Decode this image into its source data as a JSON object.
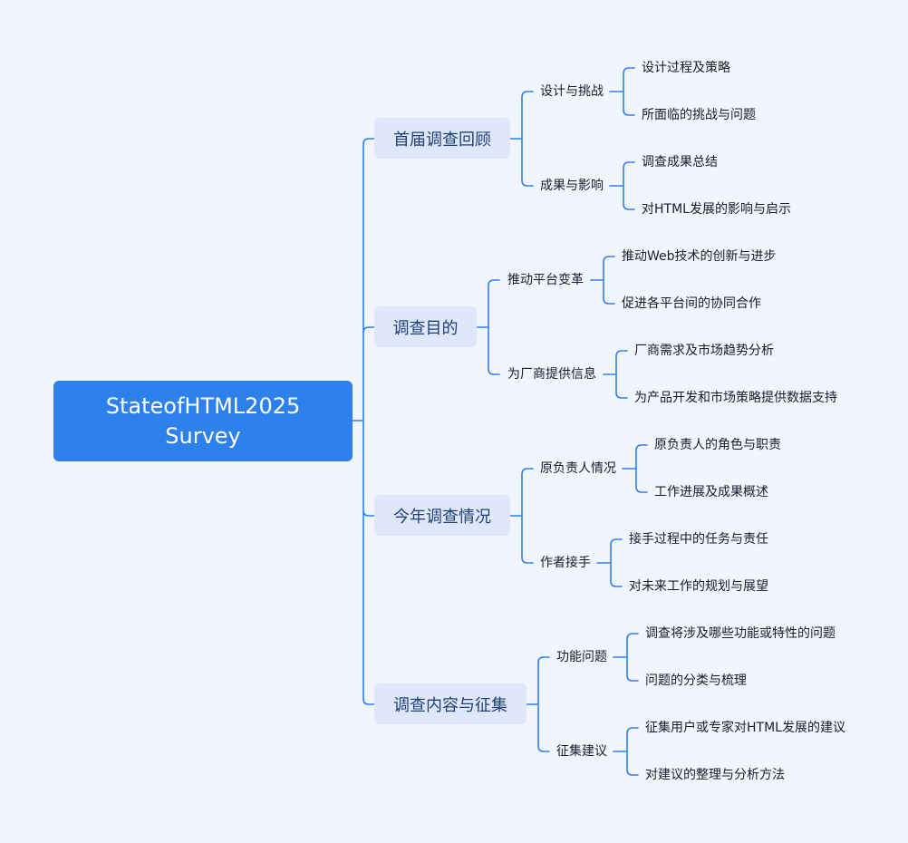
{
  "root": {
    "line1": "StateofHTML2025",
    "line2": "Survey"
  },
  "branches": [
    {
      "label": "首届调查回顾",
      "children": [
        {
          "label": "设计与挑战",
          "children": [
            "设计过程及策略",
            "所面临的挑战与问题"
          ]
        },
        {
          "label": "成果与影响",
          "children": [
            "调查成果总结",
            "对HTML发展的影响与启示"
          ]
        }
      ]
    },
    {
      "label": "调查目的",
      "children": [
        {
          "label": "推动平台变革",
          "children": [
            "推动Web技术的创新与进步",
            "促进各平台间的协同合作"
          ]
        },
        {
          "label": "为厂商提供信息",
          "children": [
            "厂商需求及市场趋势分析",
            "为产品开发和市场策略提供数据支持"
          ]
        }
      ]
    },
    {
      "label": "今年调查情况",
      "children": [
        {
          "label": "原负责人情况",
          "children": [
            "原负责人的角色与职责",
            "工作进展及成果概述"
          ]
        },
        {
          "label": "作者接手",
          "children": [
            "接手过程中的任务与责任",
            "对未来工作的规划与展望"
          ]
        }
      ]
    },
    {
      "label": "调查内容与征集",
      "children": [
        {
          "label": "功能问题",
          "children": [
            "调查将涉及哪些功能或特性的问题",
            "问题的分类与梳理"
          ]
        },
        {
          "label": "征集建议",
          "children": [
            "征集用户或专家对HTML发展的建议",
            "对建议的整理与分析方法"
          ]
        }
      ]
    }
  ],
  "colors": {
    "connector": "#2e80ec",
    "root_bg": "#2e80ec",
    "branch_bg": "#dfe8fb",
    "branch_text": "#1f3f78"
  }
}
